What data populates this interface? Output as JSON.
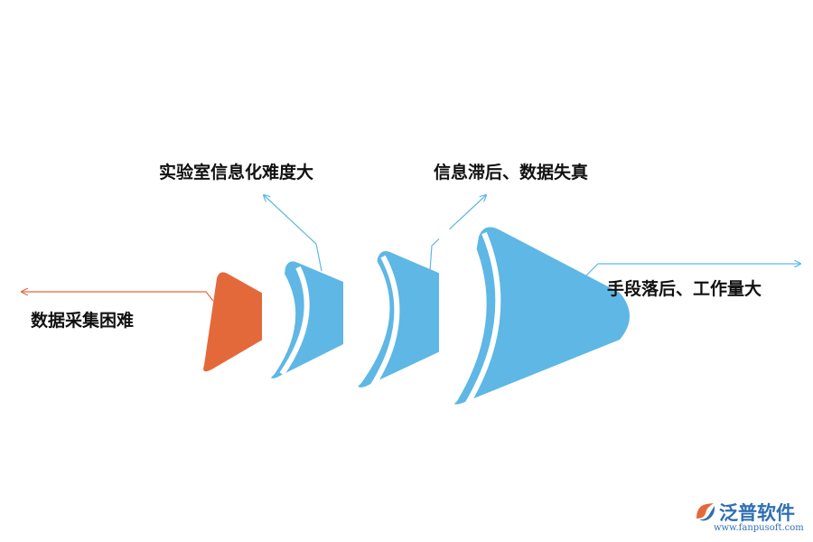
{
  "diagram": {
    "stages": [
      {
        "label": "数据采集困难",
        "color": "#e4693a"
      },
      {
        "label": "实验室信息化难度大",
        "color": "#5eb7e5"
      },
      {
        "label": "信息滞后、数据失真",
        "color": "#5eb7e5"
      },
      {
        "label": "手段落后、工作量大",
        "color": "#5eb7e5"
      }
    ],
    "connector_colors": {
      "orange": "#e4693a",
      "blue": "#5eb7e5"
    }
  },
  "logo": {
    "text": "泛普软件",
    "url": "www.fanpusoft.com"
  }
}
